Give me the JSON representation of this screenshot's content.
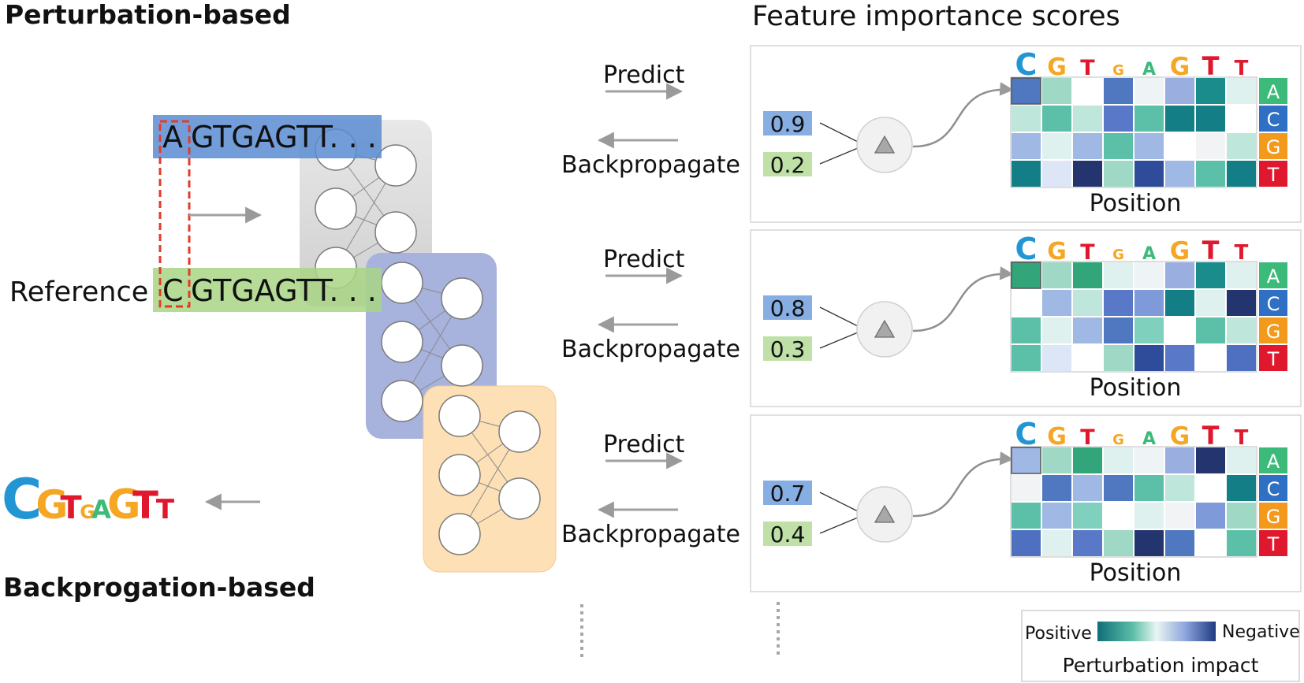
{
  "left": {
    "title_top": "Perturbation-based",
    "title_bottom": "Backprogation-based",
    "mutant_base": "A",
    "mutant_rest": "GTGAGTT. . .",
    "reference_label": "Reference",
    "reference_base": "C",
    "reference_rest": "GTGAGTT. . .",
    "logo_letters": [
      {
        "letter": "C",
        "color": "#2196d3",
        "size": 70
      },
      {
        "letter": "G",
        "color": "#f5a623",
        "size": 50
      },
      {
        "letter": "T",
        "color": "#e0182d",
        "size": 40
      },
      {
        "letter": "G",
        "color": "#f5a623",
        "size": 24
      },
      {
        "letter": "A",
        "color": "#3cba7a",
        "size": 32
      },
      {
        "letter": "G",
        "color": "#f5a623",
        "size": 52
      },
      {
        "letter": "T",
        "color": "#e0182d",
        "size": 48
      },
      {
        "letter": "T",
        "color": "#e0182d",
        "size": 34
      }
    ]
  },
  "right": {
    "title": "Feature importance scores",
    "predict_label": "Predict",
    "backprop_label": "Backpropagate",
    "position_label": "Position",
    "row_bases": [
      {
        "base": "A",
        "color": "#3cba7a"
      },
      {
        "base": "C",
        "color": "#2f6fc4"
      },
      {
        "base": "G",
        "color": "#f39a1d"
      },
      {
        "base": "T",
        "color": "#e0182d"
      }
    ],
    "logo_letters": [
      {
        "letter": "C",
        "color": "#2196d3",
        "size": 38
      },
      {
        "letter": "G",
        "color": "#f5a623",
        "size": 30
      },
      {
        "letter": "T",
        "color": "#e0182d",
        "size": 27
      },
      {
        "letter": "G",
        "color": "#f5a623",
        "size": 18
      },
      {
        "letter": "A",
        "color": "#3cba7a",
        "size": 22
      },
      {
        "letter": "G",
        "color": "#f5a623",
        "size": 31
      },
      {
        "letter": "T",
        "color": "#e0182d",
        "size": 32
      },
      {
        "letter": "T",
        "color": "#e0182d",
        "size": 26
      }
    ],
    "panels": [
      {
        "score_a": "0.9",
        "score_b": "0.2",
        "heatmap": [
          [
            "#4f78c0",
            "#9fd8c4",
            "#ffffff",
            "#4f78c0",
            "#eef3f5",
            "#9aaee0",
            "#1b8c8c",
            "#dff1ee"
          ],
          [
            "#bfe6da",
            "#5cbfa8",
            "#bfe6da",
            "#5a78c8",
            "#5cbfa8",
            "#137e86",
            "#137e86",
            "#ffffff"
          ],
          [
            "#9fb8e4",
            "#dff1ee",
            "#9fb8e4",
            "#5cbfa8",
            "#9fb8e4",
            "#ffffff",
            "#f1f3f5",
            "#bfe6da"
          ],
          [
            "#137e86",
            "#dde6f7",
            "#23346e",
            "#9fd8c4",
            "#2e4c9a",
            "#9fb8e4",
            "#5cbfa8",
            "#137e86"
          ]
        ]
      },
      {
        "score_a": "0.8",
        "score_b": "0.3",
        "heatmap": [
          [
            "#33a57a",
            "#9fd8c4",
            "#33a57a",
            "#dff1ee",
            "#eef3f5",
            "#9aaee0",
            "#1b8c8c",
            "#dff1ee"
          ],
          [
            "#ffffff",
            "#9fb8e4",
            "#bfe6da",
            "#5a78c8",
            "#7f9ad8",
            "#137e86",
            "#dff1ee",
            "#23346e"
          ],
          [
            "#5cbfa8",
            "#dff1ee",
            "#9fb8e4",
            "#4f78c0",
            "#7fd0bc",
            "#ffffff",
            "#5cbfa8",
            "#bfe6da"
          ],
          [
            "#5cbfa8",
            "#dde6f7",
            "#ffffff",
            "#9fd8c4",
            "#2e4c9a",
            "#5a78c8",
            "#ffffff",
            "#4f6fc0"
          ]
        ]
      },
      {
        "score_a": "0.7",
        "score_b": "0.4",
        "heatmap": [
          [
            "#9fb8e4",
            "#9fd8c4",
            "#33a57a",
            "#dff1ee",
            "#eef3f5",
            "#9aaee0",
            "#23346e",
            "#dff1ee"
          ],
          [
            "#f1f3f5",
            "#4f78c0",
            "#9fb8e4",
            "#4f78c0",
            "#5cbfa8",
            "#bfe6da",
            "#ffffff",
            "#137e86"
          ],
          [
            "#5cbfa8",
            "#9fb8e4",
            "#7fd0bc",
            "#ffffff",
            "#dff1ee",
            "#f1f3f5",
            "#7f9ad8",
            "#9fd8c4"
          ],
          [
            "#4f6fc0",
            "#dff1ee",
            "#5a78c8",
            "#9fd8c4",
            "#23346e",
            "#4f78c0",
            "#ffffff",
            "#5cbfa8"
          ]
        ]
      }
    ],
    "legend": {
      "positive_label": "Positive",
      "negative_label": "Negative",
      "title": "Perturbation impact",
      "gradient": [
        "#0f6e78",
        "#5cbfa8",
        "#e8f6f2",
        "#8aa3dc",
        "#1f3a80"
      ]
    }
  },
  "colors": {
    "mutant_highlight": "#5b8cd1",
    "reference_highlight": "#a8d585",
    "net_gray": "#d7d7d7",
    "net_blue": "#a7b2dd",
    "net_orange": "#fde0b5",
    "dashed_box": "#e23b2a",
    "arrow_gray": "#a0a0a0",
    "score_blue": "#86aee3",
    "score_green": "#bfe0a6"
  }
}
